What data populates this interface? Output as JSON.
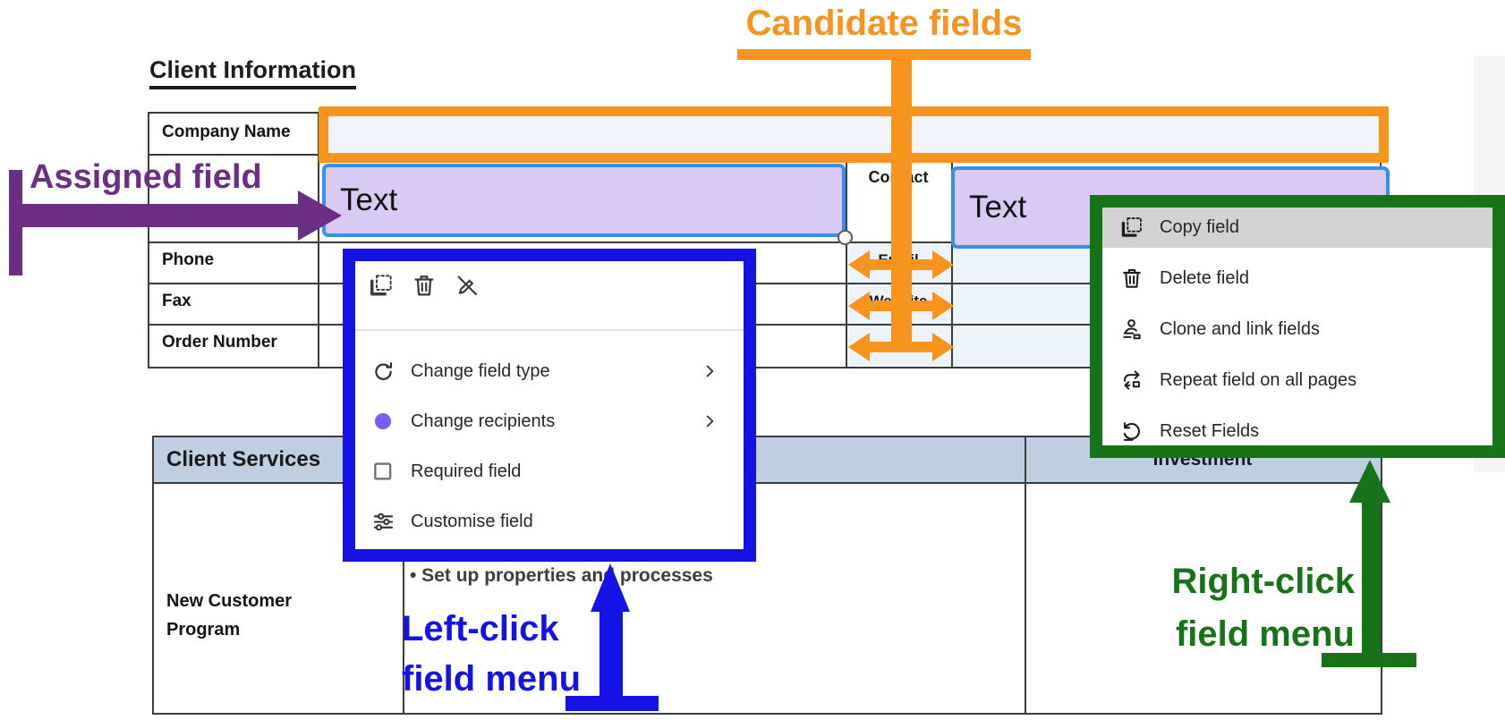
{
  "colors": {
    "annotation_orange": "#F7941D",
    "annotation_purple": "#6B2E84",
    "annotation_blue": "#1512E6",
    "annotation_green": "#177317",
    "assigned_field_fill": "#D9CAF3",
    "assigned_field_border": "#3790EC",
    "candidate_fill": "#F1F5FB",
    "table_header_fill": "#BFCFE2",
    "selected_row_fill": "#D2D2D2",
    "recipient_dot": "#7C5CF6"
  },
  "labels": {
    "candidate": "Candidate fields",
    "assigned": "Assigned field",
    "left_click_1": "Left-click",
    "left_click_2": "field menu",
    "right_click_1": "Right-click",
    "right_click_2": "field menu"
  },
  "doc": {
    "heading": "Client Information",
    "rows": {
      "r1": "Company Name",
      "r3": "Phone",
      "r4": "Fax",
      "r5": "Order Number"
    },
    "contact": "Contact",
    "email": "Email",
    "website": "Website",
    "field_text": "Text",
    "services": "Client Services",
    "investment": "Investment",
    "program_1": "New Customer",
    "program_2": "Program",
    "bullet": "• Set up properties and processes"
  },
  "left_menu": {
    "toolbar_icons": [
      "copy-field-icon",
      "delete-field-icon",
      "pen-slash-icon"
    ],
    "items": [
      {
        "label": "Change field type",
        "icon": "refresh-icon",
        "has_submenu": true
      },
      {
        "label": "Change recipients",
        "icon": "recipient-dot",
        "has_submenu": true
      },
      {
        "label": "Required field",
        "icon": "checkbox-icon",
        "has_submenu": false
      },
      {
        "label": "Customise field",
        "icon": "sliders-icon",
        "has_submenu": false
      }
    ]
  },
  "right_menu": {
    "items": [
      {
        "label": "Copy field",
        "icon": "copy-field-icon",
        "selected": true
      },
      {
        "label": "Delete field",
        "icon": "delete-field-icon",
        "selected": false
      },
      {
        "label": "Clone and link fields",
        "icon": "clone-stamp-icon",
        "selected": false
      },
      {
        "label": "Repeat field on all pages",
        "icon": "repeat-pages-icon",
        "selected": false
      },
      {
        "label": "Reset Fields",
        "icon": "reset-icon",
        "selected": false
      }
    ]
  }
}
